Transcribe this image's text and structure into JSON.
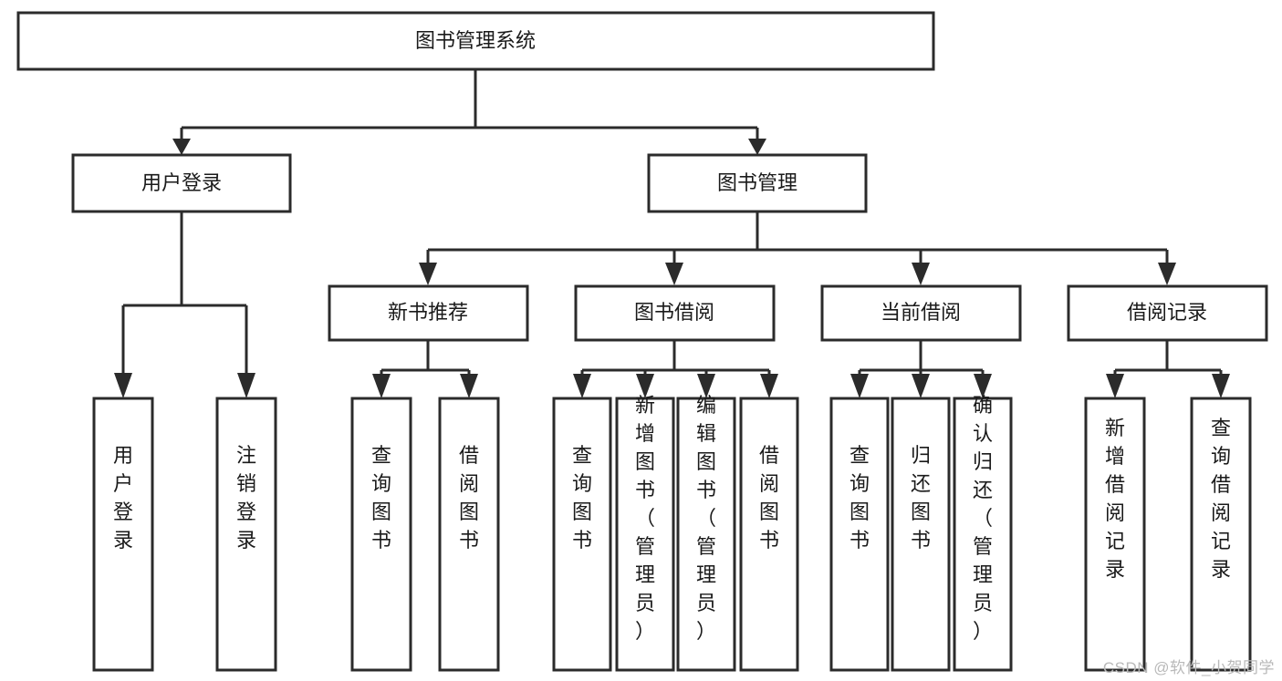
{
  "diagram": {
    "type": "tree",
    "title": "图书管理系统",
    "orientation": "top-down",
    "watermark": "CSDN @软件_小贺同学",
    "colors": {
      "stroke": "#2b2b2b",
      "fill": "#ffffff",
      "text": "#1a1a1a",
      "watermark": "#b9b9b9",
      "background": "#ffffff"
    },
    "root": {
      "label": "图书管理系统",
      "orientation": "horizontal"
    },
    "level2": [
      {
        "label": "用户登录",
        "orientation": "horizontal"
      },
      {
        "label": "图书管理",
        "orientation": "horizontal"
      }
    ],
    "level3": [
      {
        "label": "新书推荐",
        "orientation": "horizontal"
      },
      {
        "label": "图书借阅",
        "orientation": "horizontal"
      },
      {
        "label": "当前借阅",
        "orientation": "horizontal"
      },
      {
        "label": "借阅记录",
        "orientation": "horizontal"
      }
    ],
    "leaves": {
      "user_login": [
        {
          "label": "用户登录",
          "orientation": "vertical"
        },
        {
          "label": "注销登录",
          "orientation": "vertical"
        }
      ],
      "new_book_recommend": [
        {
          "label": "查询图书",
          "orientation": "vertical"
        },
        {
          "label": "借阅图书",
          "orientation": "vertical"
        }
      ],
      "book_borrow": [
        {
          "label": "查询图书",
          "orientation": "vertical"
        },
        {
          "label": "新增图书（管理员）",
          "orientation": "vertical"
        },
        {
          "label": "编辑图书（管理员）",
          "orientation": "vertical"
        },
        {
          "label": "借阅图书",
          "orientation": "vertical"
        }
      ],
      "current_borrow": [
        {
          "label": "查询图书",
          "orientation": "vertical"
        },
        {
          "label": "归还图书",
          "orientation": "vertical"
        },
        {
          "label": "确认归还（管理员）",
          "orientation": "vertical"
        }
      ],
      "borrow_record": [
        {
          "label": "新增借阅记录",
          "orientation": "vertical"
        },
        {
          "label": "查询借阅记录",
          "orientation": "vertical"
        }
      ]
    }
  }
}
